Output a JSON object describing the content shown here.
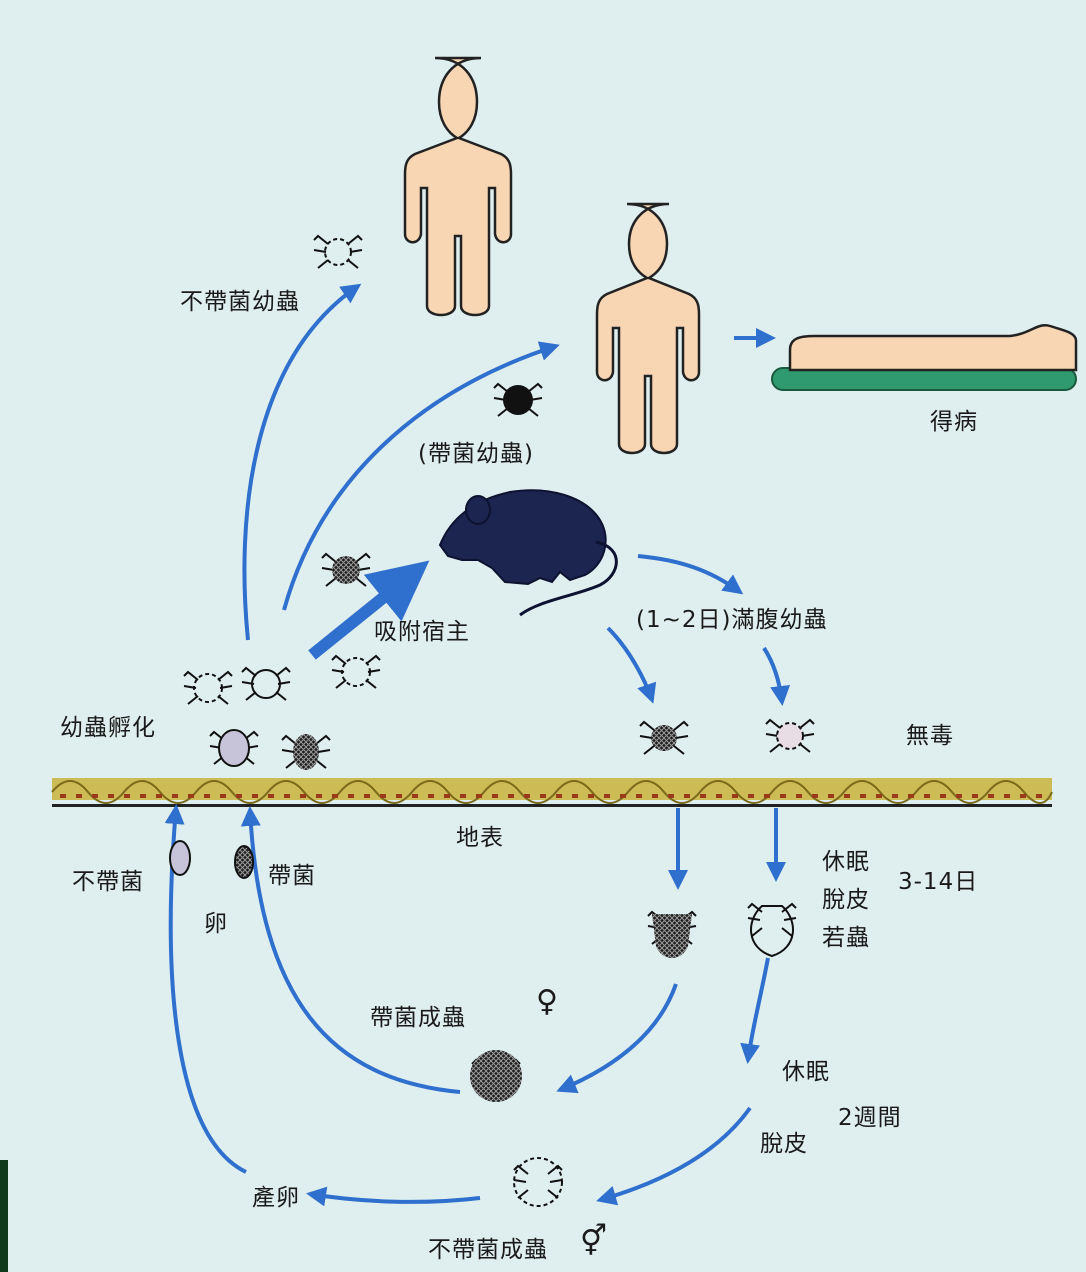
{
  "labels": {
    "uninfected_larva": "不帶菌幼蟲",
    "infected_larva": "(帶菌幼蟲)",
    "disease": "得病",
    "attach_host": "吸附宿主",
    "engorged": "(1~2日)滿腹幼蟲",
    "hatch": "幼蟲孵化",
    "nontoxic": "無毒",
    "surface": "地表",
    "uninfected": "不帶菌",
    "infected": "帶菌",
    "egg": "卵",
    "dormancy1": "休眠",
    "molt1": "脫皮",
    "nymph": "若蟲",
    "days": "3-14日",
    "infected_adult": "帶菌成蟲",
    "dormancy2": "休眠",
    "weeks": "2週間",
    "molt2": "脫皮",
    "lay_eggs": "產卵",
    "uninfected_adult": "不帶菌成蟲",
    "female_symbol": "♀",
    "male_female_symbol": "⚥"
  },
  "colors": {
    "background": "#dfeeee",
    "arrow": "#2f6fce",
    "human": "#f8d6b3",
    "rat": "#1c2550",
    "bed": "#2f9a70",
    "ground": "#b7a03a"
  },
  "icons": [
    "human-figure-icon",
    "rat-icon",
    "mite-icon",
    "egg-icon",
    "bed-icon"
  ]
}
